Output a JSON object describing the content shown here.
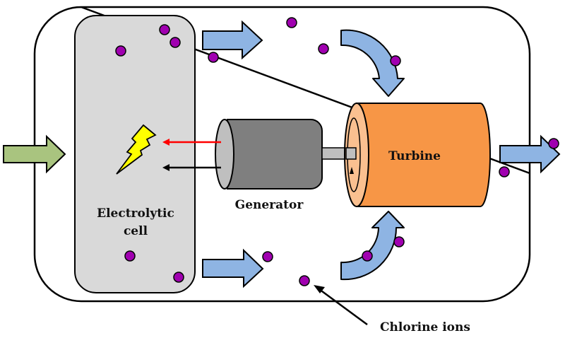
{
  "labels": {
    "electrolytic_cell_line1": "Electrolytic",
    "electrolytic_cell_line2": "cell",
    "generator": "Generator",
    "turbine": "Turbine",
    "chlorine_ions": "Chlorine ions"
  },
  "colors": {
    "enclosure_stroke": "#000000",
    "cell_fill": "#d9d9d9",
    "ion_fill": "#a000b0",
    "flow_arrow_fill": "#8eb4e3",
    "inlet_arrow_fill": "#a9c47f",
    "generator_body": "#7f7f7f",
    "generator_face": "#bfbfbf",
    "shaft": "#bfbfbf",
    "turbine_body": "#f79646",
    "turbine_face": "#fac090",
    "lightning": "#ffff00",
    "red_arrow": "#ff0000",
    "black_arrow": "#000000"
  },
  "icons": {
    "lightning": "lightning-bolt-icon",
    "ion": "ion-dot"
  }
}
